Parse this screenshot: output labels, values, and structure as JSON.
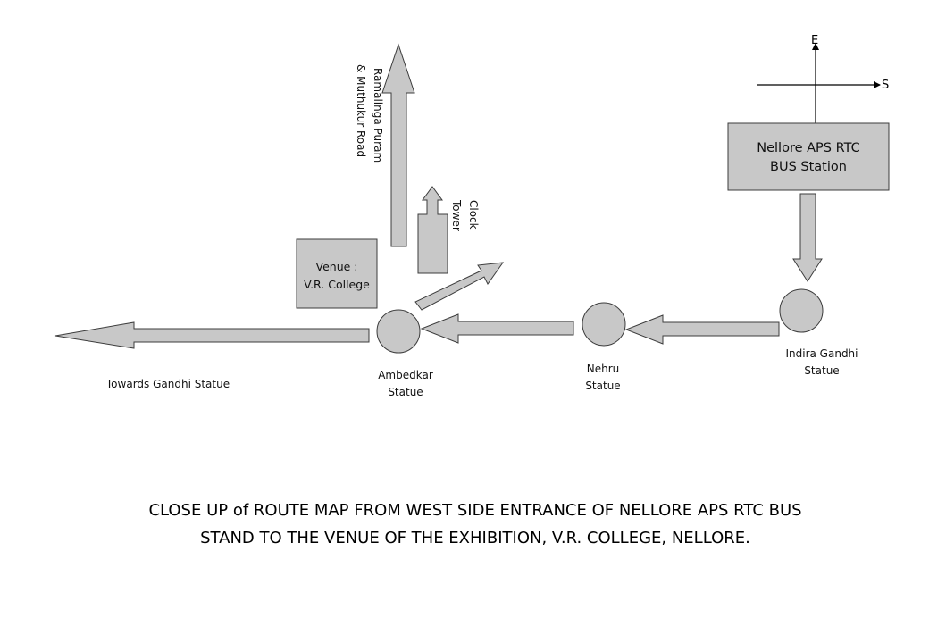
{
  "colors": {
    "shape_fill": "#c8c8c8",
    "shape_stroke": "#3c3c3c",
    "line": "#000000",
    "background": "#ffffff"
  },
  "compass": {
    "east_label": "E",
    "south_label": "S"
  },
  "bus_station": {
    "line1": "Nellore APS RTC",
    "line2": "BUS Station"
  },
  "venue": {
    "line1": "Venue :",
    "line2": "V.R. College"
  },
  "landmarks": {
    "indira_gandhi": {
      "line1": "Indira Gandhi",
      "line2": "Statue"
    },
    "nehru": {
      "line1": "Nehru",
      "line2": "Statue"
    },
    "ambedkar": {
      "line1": "Ambedkar",
      "line2": "Statue"
    }
  },
  "roads": {
    "ramalinga_line1": "Ramalinga Puram",
    "ramalinga_line2": "& Muthukur Road",
    "clock_line1": "Clock",
    "clock_line2": "Tower",
    "gandhi": "Towards Gandhi Statue"
  },
  "caption": {
    "line1": "CLOSE UP of ROUTE MAP FROM WEST SIDE ENTRANCE OF NELLORE APS RTC BUS",
    "line2": "STAND TO THE VENUE OF THE EXHIBITION, V.R. COLLEGE, NELLORE."
  }
}
